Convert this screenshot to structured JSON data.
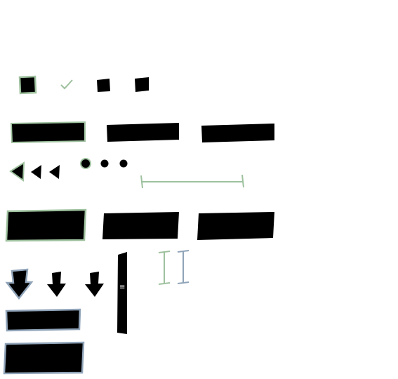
{
  "colors": {
    "fill": "#000000",
    "green_outline": "#9ec19e",
    "blue_outline": "#8fa3b8",
    "background": "#ffffff"
  },
  "rows": {
    "checkbox_row": [
      "checkbox-checked",
      "check-icon",
      "checkbox",
      "checkbox"
    ],
    "bar_row_1": [
      "bar-selected",
      "bar",
      "bar"
    ],
    "arrow_row": [
      "left-arrow-selected",
      "left-arrow",
      "left-arrow"
    ],
    "dot_row": [
      "radio-selected",
      "dot",
      "dot"
    ],
    "slider": "range-bracket",
    "big_bar_row": [
      "big-bar-selected",
      "big-bar",
      "big-bar"
    ],
    "down_arrow_row": [
      "down-arrow-selected",
      "down-arrow",
      "down-arrow"
    ],
    "vertical_panel": "vertical-handle",
    "i_beams": [
      "i-beam-green",
      "i-beam-blue"
    ],
    "bottom_bars": [
      "bar-outlined-blue",
      "big-bar-outlined-blue"
    ]
  },
  "handle_glyph": "≡"
}
